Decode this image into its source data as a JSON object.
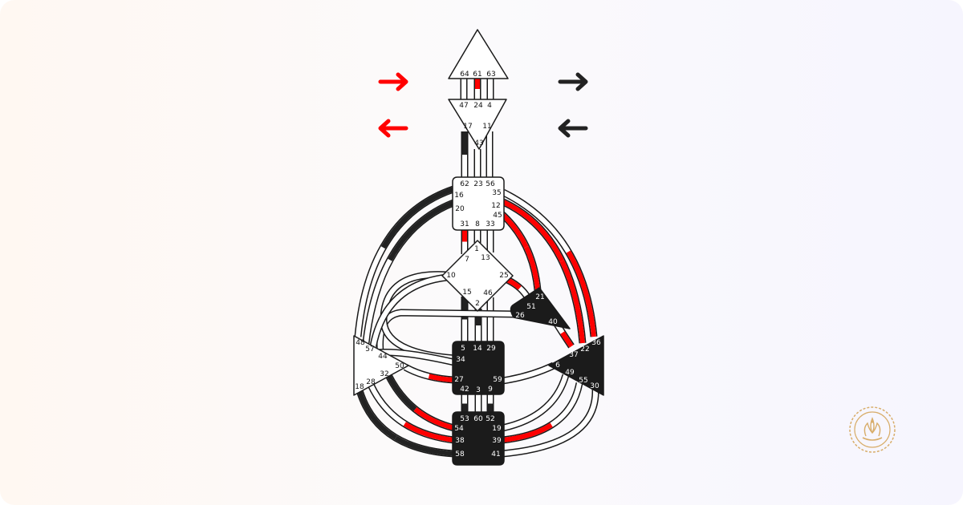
{
  "colors": {
    "design": "#ff0000",
    "personality": "#222222",
    "outline": "#1a1a1a",
    "defined": "#1b1b1b",
    "open": "#ffffff",
    "badge_gold": "#d8ad6a"
  },
  "arrows": [
    {
      "side": "left",
      "row": "top",
      "direction": "right",
      "color": "#ff0000",
      "icon": "arrow-right-icon"
    },
    {
      "side": "left",
      "row": "bottom",
      "direction": "left",
      "color": "#ff0000",
      "icon": "arrow-left-icon"
    },
    {
      "side": "right",
      "row": "top",
      "direction": "right",
      "color": "#222222",
      "icon": "arrow-right-icon"
    },
    {
      "side": "right",
      "row": "bottom",
      "direction": "left",
      "color": "#222222",
      "icon": "arrow-left-icon"
    }
  ],
  "centers": [
    {
      "id": "head",
      "defined": false,
      "gates": [
        "64",
        "61",
        "63"
      ]
    },
    {
      "id": "ajna",
      "defined": false,
      "gates": [
        "47",
        "24",
        "4",
        "17",
        "11",
        "43"
      ]
    },
    {
      "id": "throat",
      "defined": false,
      "gates": [
        "62",
        "23",
        "56",
        "16",
        "35",
        "20",
        "12",
        "45",
        "31",
        "8",
        "33"
      ]
    },
    {
      "id": "g-center",
      "defined": false,
      "gates": [
        "1",
        "7",
        "13",
        "10",
        "25",
        "15",
        "46",
        "2"
      ]
    },
    {
      "id": "ego",
      "defined": true,
      "gates": [
        "21",
        "51",
        "26",
        "40"
      ]
    },
    {
      "id": "sacral",
      "defined": true,
      "gates": [
        "5",
        "14",
        "29",
        "34",
        "27",
        "59",
        "42",
        "3",
        "9"
      ]
    },
    {
      "id": "spleen",
      "defined": false,
      "gates": [
        "48",
        "57",
        "44",
        "50",
        "32",
        "28",
        "18"
      ]
    },
    {
      "id": "solar-plexus",
      "defined": true,
      "gates": [
        "36",
        "22",
        "37",
        "6",
        "49",
        "55",
        "30"
      ]
    },
    {
      "id": "root",
      "defined": true,
      "gates": [
        "53",
        "60",
        "52",
        "54",
        "19",
        "38",
        "39",
        "58",
        "41"
      ]
    }
  ],
  "activations": {
    "design": [
      "61",
      "31",
      "45",
      "12",
      "21",
      "25",
      "37",
      "22",
      "36",
      "27",
      "54",
      "38",
      "39"
    ],
    "personality": [
      "17",
      "16",
      "20",
      "2",
      "15",
      "53",
      "52",
      "58",
      "32",
      "18"
    ]
  },
  "logo": {
    "icon": "lotus-spiral-badge-icon"
  }
}
